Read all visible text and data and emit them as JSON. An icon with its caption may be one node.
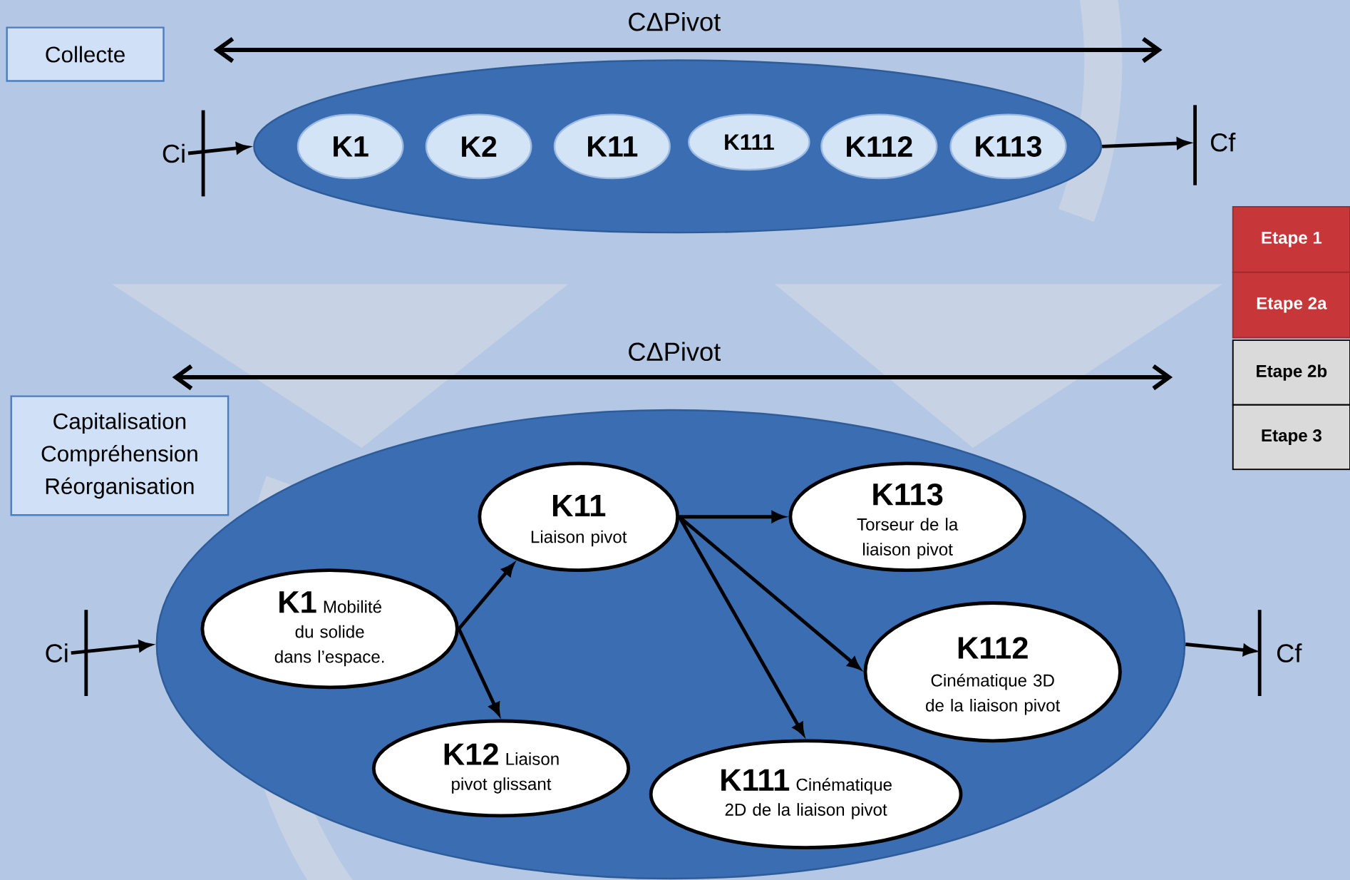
{
  "diagram": {
    "nodes": [
      {
        "text": [
          "Collecte"
        ]
      },
      {
        "text": [],
        "shape": "ellipse"
      },
      {
        "text": [
          "K1"
        ],
        "in": 1
      },
      {
        "text": [
          "K2"
        ],
        "in": 1
      },
      {
        "text": [
          "K11"
        ],
        "in": 1
      },
      {
        "text": [
          "K111"
        ],
        "in": 1
      },
      {
        "text": [
          "K112"
        ],
        "in": 1
      },
      {
        "text": [
          "K113"
        ],
        "in": 1
      },
      {
        "text": [
          "Ci"
        ]
      },
      {
        "text": [
          "Cf"
        ]
      },
      {
        "text": [
          "Etape 1"
        ]
      },
      {
        "text": [
          "Etape 2a"
        ]
      },
      {
        "text": [
          "Etape 2b"
        ]
      },
      {
        "text": [
          "Etape 3"
        ]
      },
      {
        "text": [
          "Capitalisation",
          "Compréhension",
          "Réorganisation"
        ]
      },
      {
        "text": [],
        "shape": "ellipse"
      },
      {
        "text": [
          "K11",
          "Liaison pivot"
        ],
        "in": 15
      },
      {
        "text": [
          "K113",
          "Torseur de la liaison pivot"
        ],
        "in": 15
      },
      {
        "text": [
          "K1",
          "Mobilité du solide dans l’espace."
        ],
        "in": 15
      },
      {
        "text": [
          "K112",
          "Cinématique 3D de la liaison pivot"
        ],
        "in": 15
      },
      {
        "text": [
          "K12",
          "Liaison pivot glissant"
        ],
        "in": 15
      },
      {
        "text": [
          "K111",
          "Cinématique 2D de la liaison pivot"
        ],
        "in": 15
      },
      {
        "text": [
          "Ci"
        ]
      },
      {
        "text": [
          "Cf"
        ]
      }
    ],
    "edges": [
      {
        "from": 8,
        "to": 1,
        "arrow": "to"
      },
      {
        "from": 1,
        "to": 9,
        "arrow": "to"
      },
      {
        "from": 22,
        "to": 15,
        "arrow": "to"
      },
      {
        "from": 15,
        "to": 23,
        "arrow": "to"
      },
      {
        "from": 18,
        "to": 16,
        "arrow": "to"
      },
      {
        "from": 18,
        "to": 20,
        "arrow": "to"
      },
      {
        "from": 16,
        "to": 17,
        "arrow": "to"
      },
      {
        "from": 16,
        "to": 19,
        "arrow": "to"
      },
      {
        "from": 16,
        "to": 21,
        "arrow": "to"
      }
    ],
    "labels": [
      "CΔPivot",
      "CΔPivot"
    ]
  }
}
